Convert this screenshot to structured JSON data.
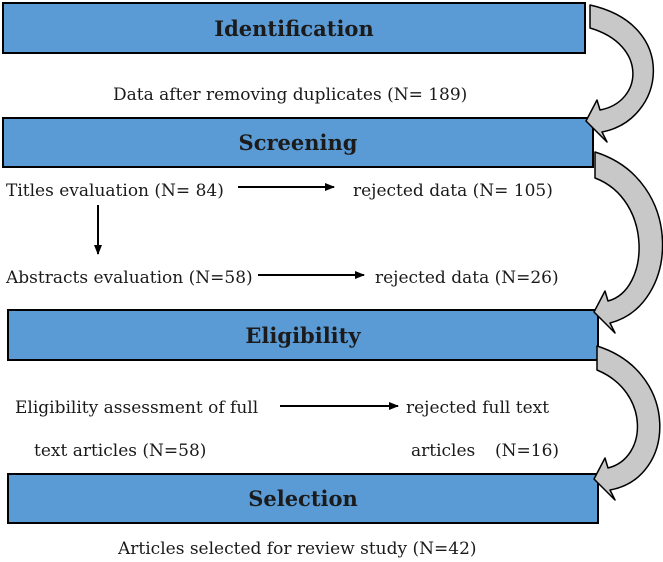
{
  "colors": {
    "stage_fill": "#5b9bd5",
    "stage_border": "#000000",
    "curved_arrow_fill": "#c8c8c8",
    "arrow_color": "#000000"
  },
  "stages": {
    "identification": "Identification",
    "screening": "Screening",
    "eligibility": "Eligibility",
    "selection": "Selection"
  },
  "notes": {
    "after_duplicates": "Data after removing duplicates (N= 189)",
    "titles_evaluation": "Titles evaluation (N= 84)",
    "titles_rejected": "rejected data (N= 105)",
    "abstracts_evaluation": "Abstracts evaluation (N=58)",
    "abstracts_rejected": "rejected data (N=26)",
    "eligibility_line1": "Eligibility assessment of full",
    "eligibility_line2": "text articles (N=58)",
    "eligibility_rejected_line1": "rejected full text",
    "eligibility_rejected_line2_word": "articles",
    "eligibility_rejected_line2_count": "(N=16)",
    "final_selection": "Articles selected for review study (N=42)"
  }
}
